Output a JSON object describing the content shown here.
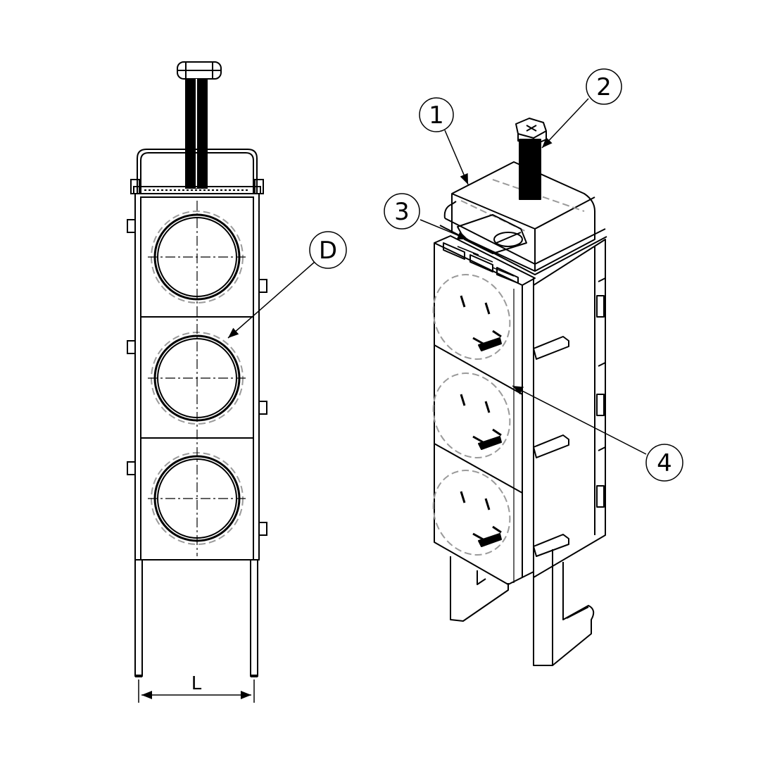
{
  "callouts": {
    "one": "1",
    "two": "2",
    "three": "3",
    "four": "4",
    "diameter": "D"
  },
  "dimension": {
    "width": "L"
  },
  "colors": {
    "line": "#000000",
    "hidden": "#9a9a9a",
    "background": "#ffffff"
  }
}
